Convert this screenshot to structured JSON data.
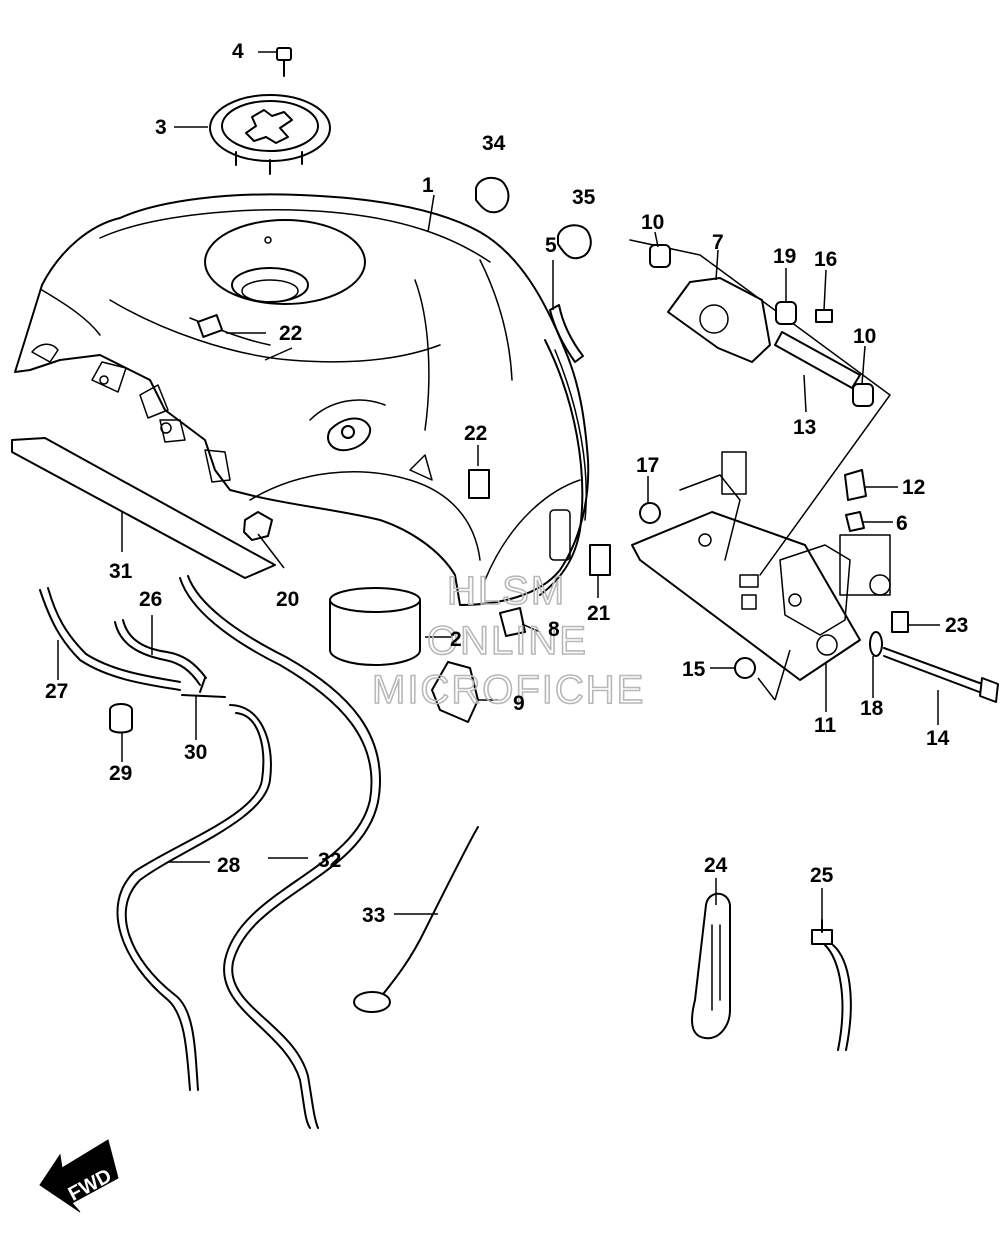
{
  "watermark": {
    "line1": "HLSM",
    "line2": "ONLINE",
    "line3": "MICROFICHE"
  },
  "fwd_label": "FWD",
  "callouts": [
    "1",
    "2",
    "3",
    "4",
    "5",
    "6",
    "7",
    "8",
    "9",
    "10",
    "10",
    "11",
    "12",
    "13",
    "14",
    "15",
    "16",
    "17",
    "18",
    "19",
    "20",
    "21",
    "22",
    "22",
    "23",
    "24",
    "25",
    "26",
    "27",
    "28",
    "29",
    "30",
    "31",
    "32",
    "33",
    "34",
    "35"
  ]
}
